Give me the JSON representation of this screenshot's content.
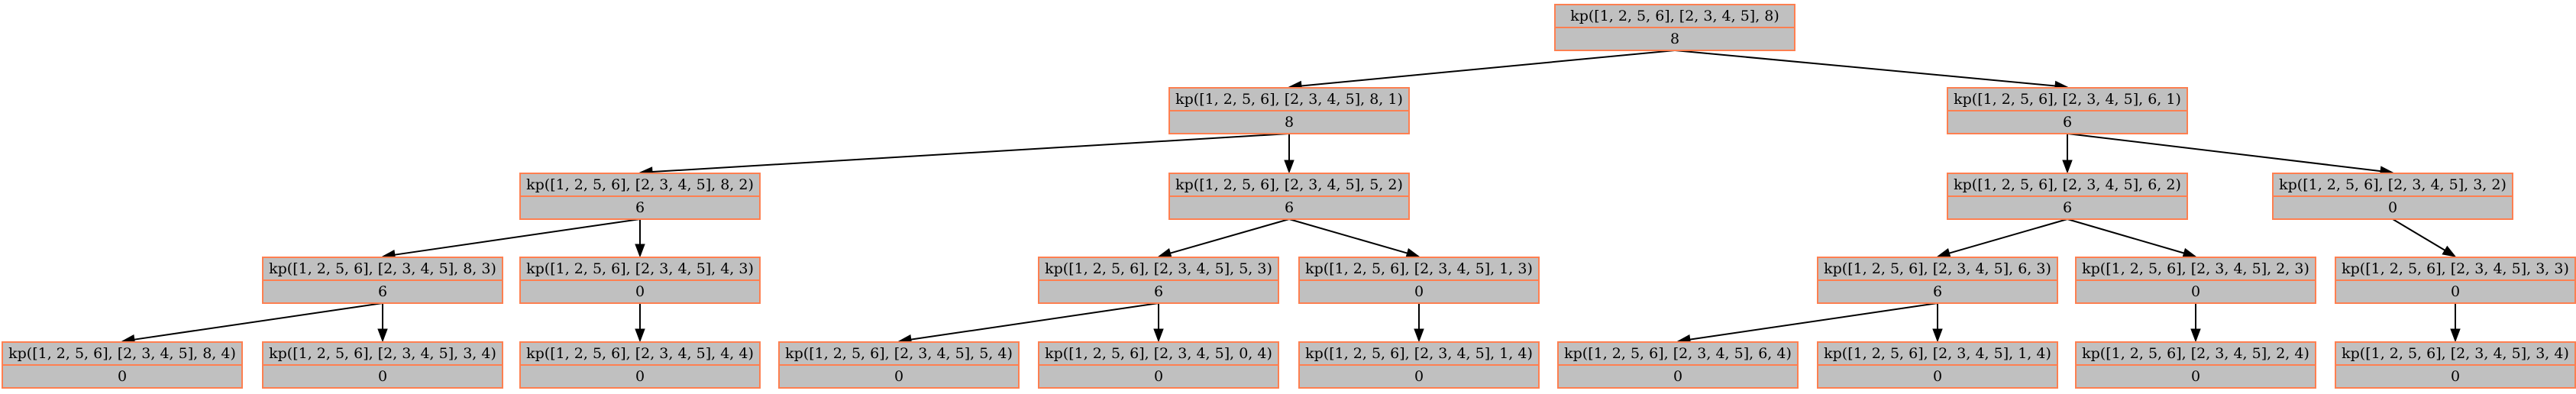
{
  "colors": {
    "node_fill": "#c0c0c0",
    "node_border": "#ff7f50",
    "edge": "#000000",
    "background": "#ffffff"
  },
  "nodes": [
    {
      "id": "root",
      "call": "kp([1, 2, 5, 6], [2, 3, 4, 5], 8)",
      "value": "8"
    },
    {
      "id": "n_8_1",
      "call": "kp([1, 2, 5, 6], [2, 3, 4, 5], 8, 1)",
      "value": "8"
    },
    {
      "id": "n_6_1",
      "call": "kp([1, 2, 5, 6], [2, 3, 4, 5], 6, 1)",
      "value": "6"
    },
    {
      "id": "n_8_2",
      "call": "kp([1, 2, 5, 6], [2, 3, 4, 5], 8, 2)",
      "value": "6"
    },
    {
      "id": "n_5_2",
      "call": "kp([1, 2, 5, 6], [2, 3, 4, 5], 5, 2)",
      "value": "6"
    },
    {
      "id": "n_6_2",
      "call": "kp([1, 2, 5, 6], [2, 3, 4, 5], 6, 2)",
      "value": "6"
    },
    {
      "id": "n_3_2",
      "call": "kp([1, 2, 5, 6], [2, 3, 4, 5], 3, 2)",
      "value": "0"
    },
    {
      "id": "n_8_3",
      "call": "kp([1, 2, 5, 6], [2, 3, 4, 5], 8, 3)",
      "value": "6"
    },
    {
      "id": "n_4_3",
      "call": "kp([1, 2, 5, 6], [2, 3, 4, 5], 4, 3)",
      "value": "0"
    },
    {
      "id": "n_5_3",
      "call": "kp([1, 2, 5, 6], [2, 3, 4, 5], 5, 3)",
      "value": "6"
    },
    {
      "id": "n_1_3",
      "call": "kp([1, 2, 5, 6], [2, 3, 4, 5], 1, 3)",
      "value": "0"
    },
    {
      "id": "n_6_3",
      "call": "kp([1, 2, 5, 6], [2, 3, 4, 5], 6, 3)",
      "value": "6"
    },
    {
      "id": "n_2_3",
      "call": "kp([1, 2, 5, 6], [2, 3, 4, 5], 2, 3)",
      "value": "0"
    },
    {
      "id": "n_3_3",
      "call": "kp([1, 2, 5, 6], [2, 3, 4, 5], 3, 3)",
      "value": "0"
    },
    {
      "id": "n_8_4",
      "call": "kp([1, 2, 5, 6], [2, 3, 4, 5], 8, 4)",
      "value": "0"
    },
    {
      "id": "n_3_4a",
      "call": "kp([1, 2, 5, 6], [2, 3, 4, 5], 3, 4)",
      "value": "0"
    },
    {
      "id": "n_4_4",
      "call": "kp([1, 2, 5, 6], [2, 3, 4, 5], 4, 4)",
      "value": "0"
    },
    {
      "id": "n_5_4",
      "call": "kp([1, 2, 5, 6], [2, 3, 4, 5], 5, 4)",
      "value": "0"
    },
    {
      "id": "n_0_4",
      "call": "kp([1, 2, 5, 6], [2, 3, 4, 5], 0, 4)",
      "value": "0"
    },
    {
      "id": "n_1_4a",
      "call": "kp([1, 2, 5, 6], [2, 3, 4, 5], 1, 4)",
      "value": "0"
    },
    {
      "id": "n_6_4",
      "call": "kp([1, 2, 5, 6], [2, 3, 4, 5], 6, 4)",
      "value": "0"
    },
    {
      "id": "n_1_4b",
      "call": "kp([1, 2, 5, 6], [2, 3, 4, 5], 1, 4)",
      "value": "0"
    },
    {
      "id": "n_2_4",
      "call": "kp([1, 2, 5, 6], [2, 3, 4, 5], 2, 4)",
      "value": "0"
    },
    {
      "id": "n_3_4b",
      "call": "kp([1, 2, 5, 6], [2, 3, 4, 5], 3, 4)",
      "value": "0"
    }
  ],
  "edges": [
    [
      "root",
      "n_8_1"
    ],
    [
      "root",
      "n_6_1"
    ],
    [
      "n_8_1",
      "n_8_2"
    ],
    [
      "n_8_1",
      "n_5_2"
    ],
    [
      "n_6_1",
      "n_6_2"
    ],
    [
      "n_6_1",
      "n_3_2"
    ],
    [
      "n_8_2",
      "n_8_3"
    ],
    [
      "n_8_2",
      "n_4_3"
    ],
    [
      "n_5_2",
      "n_5_3"
    ],
    [
      "n_5_2",
      "n_1_3"
    ],
    [
      "n_6_2",
      "n_6_3"
    ],
    [
      "n_6_2",
      "n_2_3"
    ],
    [
      "n_3_2",
      "n_3_3"
    ],
    [
      "n_8_3",
      "n_8_4"
    ],
    [
      "n_8_3",
      "n_3_4a"
    ],
    [
      "n_4_3",
      "n_4_4"
    ],
    [
      "n_5_3",
      "n_5_4"
    ],
    [
      "n_5_3",
      "n_0_4"
    ],
    [
      "n_1_3",
      "n_1_4a"
    ],
    [
      "n_6_3",
      "n_6_4"
    ],
    [
      "n_6_3",
      "n_1_4b"
    ],
    [
      "n_2_3",
      "n_2_4"
    ],
    [
      "n_3_3",
      "n_3_4b"
    ]
  ]
}
